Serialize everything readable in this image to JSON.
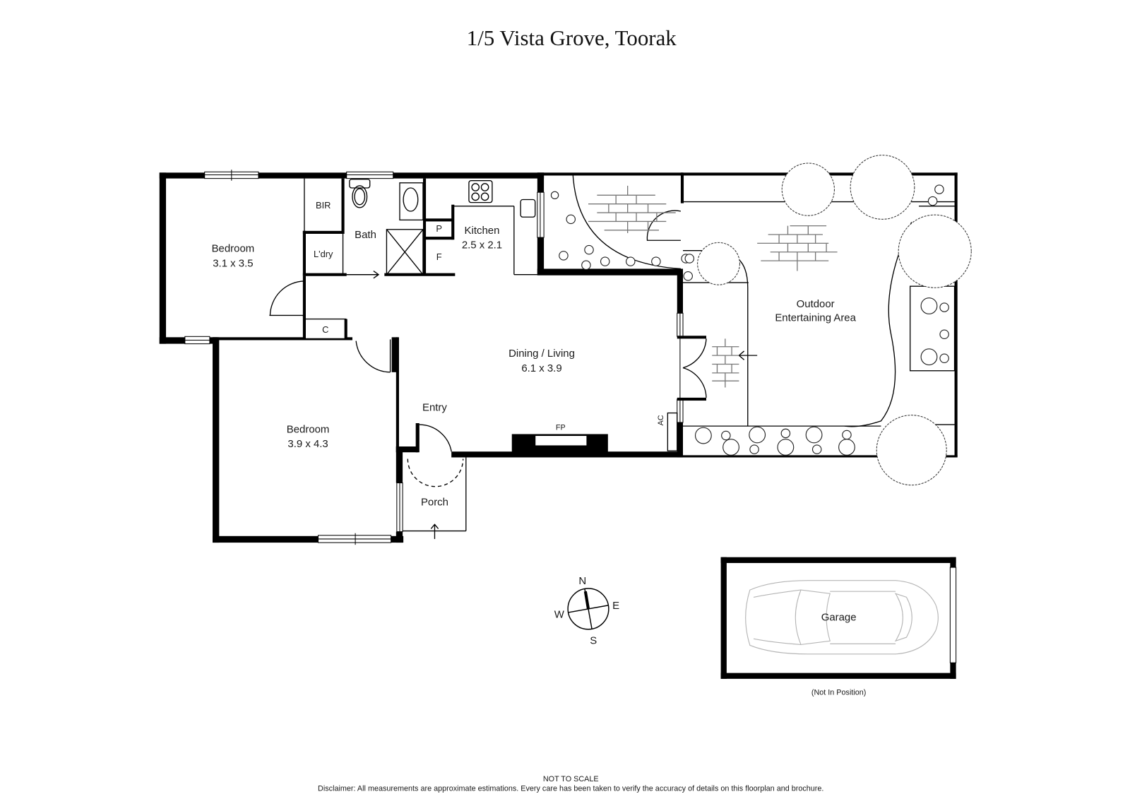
{
  "title": "1/5 Vista Grove, Toorak",
  "rooms": {
    "bedroom1": {
      "name": "Bedroom",
      "size": "3.1 x 3.5"
    },
    "bir": {
      "name": "BIR"
    },
    "ldry": {
      "name": "L'dry"
    },
    "bath": {
      "name": "Bath"
    },
    "pantry": {
      "name": "P"
    },
    "fridge": {
      "name": "F"
    },
    "kitchen": {
      "name": "Kitchen",
      "size": "2.5 x 2.1"
    },
    "cupboard": {
      "name": "C"
    },
    "dining": {
      "name": "Dining / Living",
      "size": "6.1 x 3.9"
    },
    "fireplace": {
      "name": "FP"
    },
    "ac": {
      "name": "AC"
    },
    "entry": {
      "name": "Entry"
    },
    "bedroom2": {
      "name": "Bedroom",
      "size": "3.9 x 4.3"
    },
    "porch": {
      "name": "Porch"
    },
    "outdoor": {
      "name_line1": "Outdoor",
      "name_line2": "Entertaining Area"
    },
    "garage": {
      "name": "Garage",
      "note": "(Not In Position)"
    }
  },
  "compass": {
    "n": "N",
    "e": "E",
    "s": "S",
    "w": "W"
  },
  "footer": {
    "scale_note": "NOT TO SCALE",
    "disclaimer": "Disclaimer: All measurements are approximate estimations. Every care has been taken to verify the accuracy of details on this floorplan and brochure."
  }
}
